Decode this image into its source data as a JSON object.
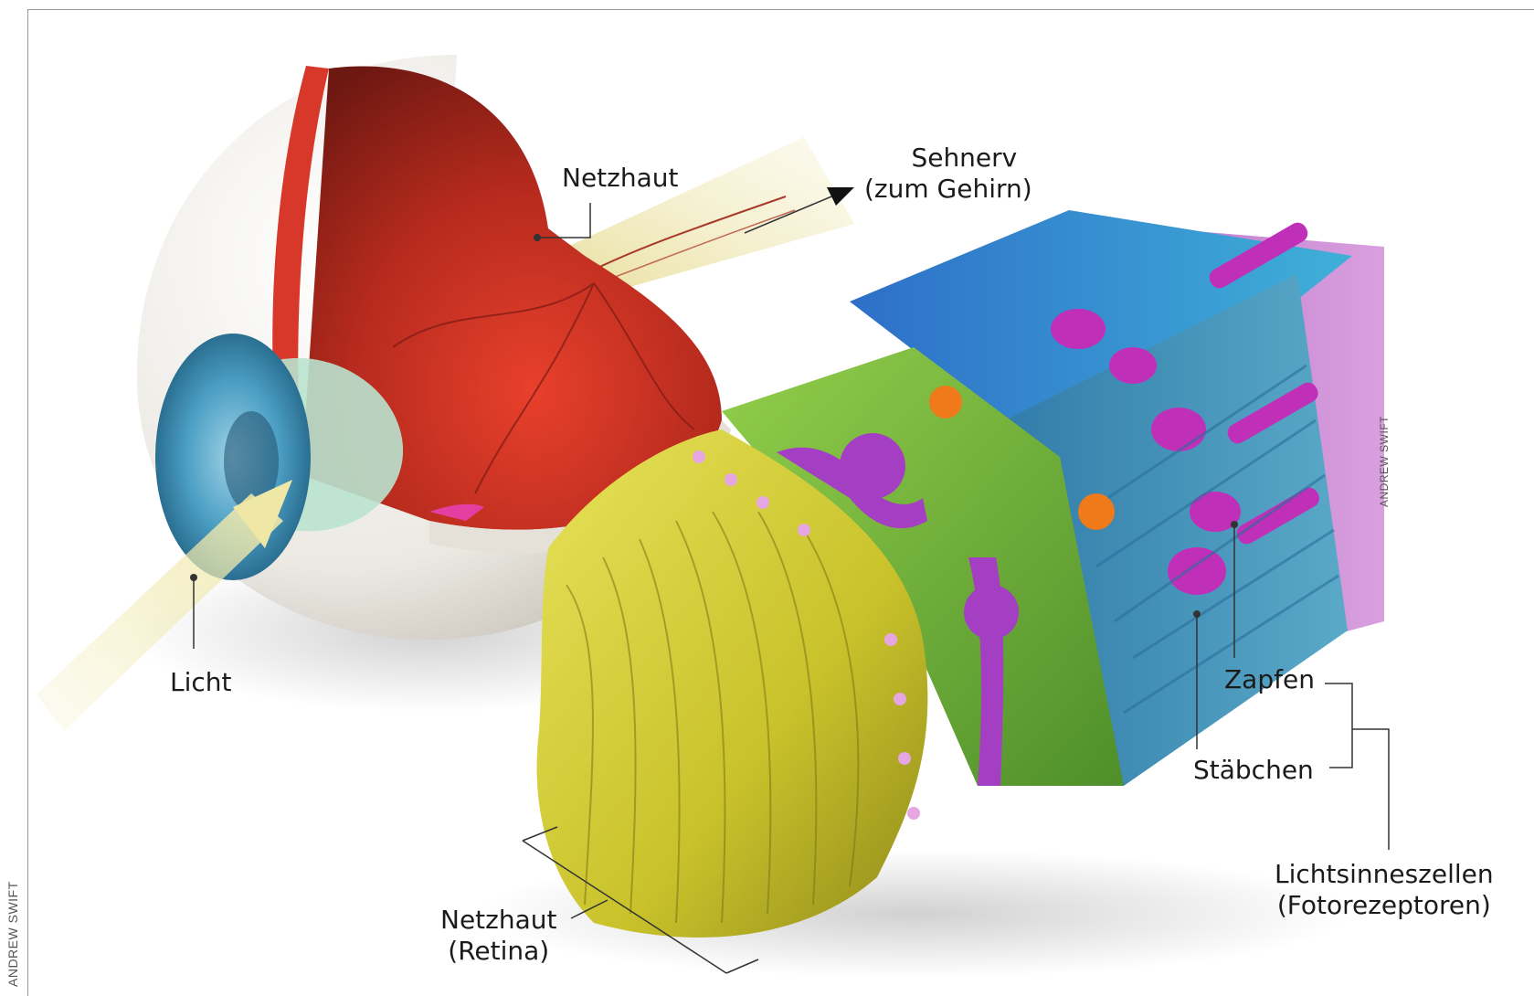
{
  "labels": {
    "netzhaut_top": "Netzhaut",
    "sehnerv": "Sehnerv",
    "sehnerv_sub": "(zum Gehirn)",
    "licht": "Licht",
    "netzhaut_bottom": "Netzhaut",
    "netzhaut_bottom_sub": "(Retina)",
    "zapfen": "Zapfen",
    "staebchen": "Stäbchen",
    "lichtsinneszellen": "Lichtsinneszellen",
    "lichtsinneszellen_sub": "(Fotorezeptoren)"
  },
  "credits": {
    "inner": "ANDREW SWIFT",
    "outer": "ANDREW SWIFT"
  },
  "colors": {
    "sclera": "#ece9e3",
    "retina_red": "#c8301f",
    "retina_dark": "#7a1a14",
    "iris_blue": "#4c9fc4",
    "lens": "#b9e3cf",
    "light_beam": "#f3eec0",
    "nerve_fiber_yellow": "#d8d23a",
    "ganglion_green": "#74b83a",
    "cone_magenta": "#c02fb8",
    "rod_blue": "#3a8fc9",
    "pigment_purple": "#c77bd0",
    "cell_orange": "#f07a1a"
  }
}
